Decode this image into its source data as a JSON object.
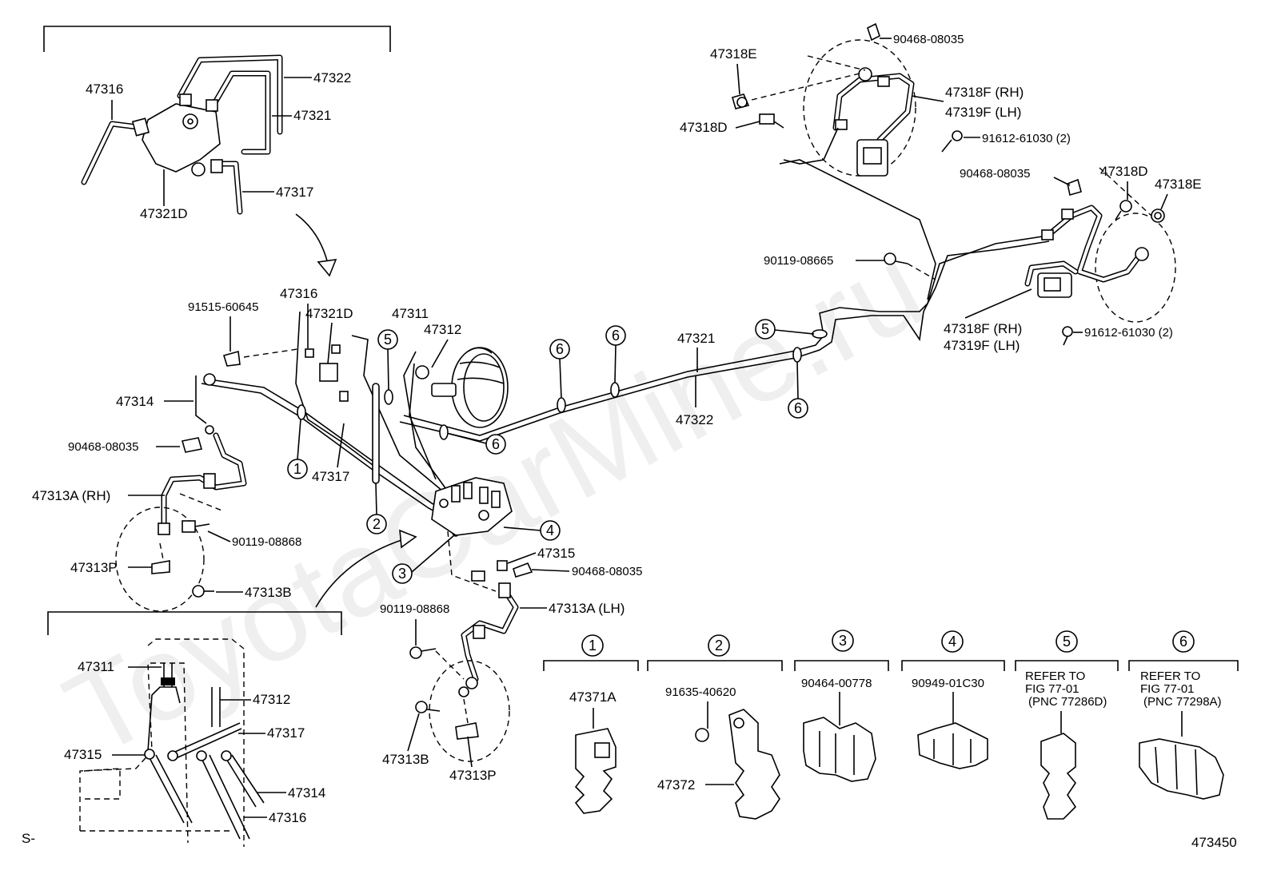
{
  "watermark": "ToyotaCarMine.ru",
  "labels": {
    "p47316_top": "47316",
    "p47322_top": "47322",
    "p47321_top": "47321",
    "p47317_top": "47317",
    "p47321D_top": "47321D",
    "p47316_mid": "47316",
    "p91515": "91515-60645",
    "p47321D_mid": "47321D",
    "p47311_mid": "47311",
    "p47312_mid": "47312",
    "p47314_mid": "47314",
    "p90468_left": "90468-08035",
    "p47313A_RH": "47313A (RH)",
    "p90119_left": "90119-08868",
    "p47313P_left": "47313P",
    "p47313B_left": "47313B",
    "p47317_mid": "47317",
    "p47321_mid": "47321",
    "p47322_mid": "47322",
    "p47315_mid": "47315",
    "p90468_mid": "90468-08035",
    "p47313A_LH": "47313A (LH)",
    "p90119_mid": "90119-08868",
    "p47313B_mid": "47313B",
    "p47313P_mid": "47313P",
    "p47318E_top": "47318E",
    "p90468_topright": "90468-08035",
    "p47318F_RH_top": "47318F (RH)",
    "p47319F_LH_top": "47319F (LH)",
    "p47318D_top": "47318D",
    "p91612_top": "91612-61030 (2)",
    "p90468_right": "90468-08035",
    "p47318D_right": "47318D",
    "p47318E_right": "47318E",
    "p90119_right": "90119-08665",
    "p47318F_RH_right": "47318F (RH)",
    "p47319F_LH_right": "47319F (LH)",
    "p91612_right": "91612-61030 (2)",
    "inset_47311": "47311",
    "inset_47312": "47312",
    "inset_47317": "47317",
    "inset_47315": "47315",
    "inset_47314": "47314",
    "inset_47316": "47316",
    "page_prefix": "S-",
    "figure_number": "473450"
  },
  "callouts": {
    "c1": "1",
    "c2": "2",
    "c3": "3",
    "c4": "4",
    "c5a": "5",
    "c5b": "5",
    "c6a": "6",
    "c6b": "6",
    "c6c": "6",
    "c6d": "6"
  },
  "legend": [
    {
      "num": "1",
      "lines": [
        "47371A"
      ]
    },
    {
      "num": "2",
      "lines": [
        "91635-40620",
        "47372"
      ]
    },
    {
      "num": "3",
      "lines": [
        "90464-00778"
      ]
    },
    {
      "num": "4",
      "lines": [
        "90949-01C30"
      ]
    },
    {
      "num": "5",
      "lines": [
        "REFER TO",
        "FIG 77-01",
        "(PNC 77286D)"
      ]
    },
    {
      "num": "6",
      "lines": [
        "REFER TO",
        "FIG 77-01",
        "(PNC 77298A)"
      ]
    }
  ]
}
